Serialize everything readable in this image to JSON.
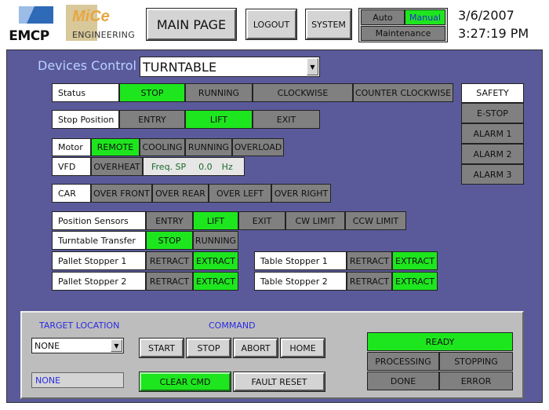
{
  "header": {
    "logo_emcp": "EMCP",
    "logo_mice_1": "MiCe",
    "logo_mice_2": "ENGINEERING",
    "main_page": "MAIN PAGE",
    "logout": "LOGOUT",
    "system": "SYSTEM",
    "mode_auto": "Auto",
    "mode_manual": "Manual",
    "mode_maintenance": "Maintenance",
    "date": "3/6/2007",
    "time": "3:27:19 PM"
  },
  "devices": {
    "label": "Devices Control",
    "selected": "TURNTABLE"
  },
  "status": {
    "label": "Status",
    "stop": "STOP",
    "running": "RUNNING",
    "clockwise": "CLOCKWISE",
    "counter_clockwise": "COUNTER CLOCKWISE"
  },
  "stop_position": {
    "label": "Stop Position",
    "entry": "ENTRY",
    "lift": "LIFT",
    "exit": "EXIT"
  },
  "motor": {
    "label": "Motor",
    "remote": "REMOTE",
    "cooling": "COOLING",
    "running": "RUNNING",
    "overload": "OVERLOAD"
  },
  "vfd": {
    "label": "VFD",
    "overheat": "OVERHEAT",
    "freq_label": "Freq. SP",
    "freq_value": "0.0",
    "freq_unit": "Hz"
  },
  "car": {
    "label": "CAR",
    "over_front": "OVER FRONT",
    "over_rear": "OVER REAR",
    "over_left": "OVER LEFT",
    "over_right": "OVER RIGHT"
  },
  "safety": {
    "label": "SAFETY",
    "estop": "E-STOP",
    "alarm1": "ALARM 1",
    "alarm2": "ALARM 2",
    "alarm3": "ALARM 3"
  },
  "position_sensors": {
    "label": "Position Sensors",
    "entry": "ENTRY",
    "lift": "LIFT",
    "exit": "EXIT",
    "cw_limit": "CW LIMIT",
    "ccw_limit": "CCW LIMIT"
  },
  "turntable_transfer": {
    "label": "Turntable Transfer",
    "stop": "STOP",
    "running": "RUNNING"
  },
  "stoppers": {
    "pallet1": "Pallet Stopper 1",
    "pallet2": "Pallet Stopper 2",
    "table1": "Table Stopper 1",
    "table2": "Table Stopper 2",
    "retract": "RETRACT",
    "extract": "EXTRACT"
  },
  "command": {
    "target_label": "TARGET LOCATION",
    "target_selected": "NONE",
    "target_display": "NONE",
    "command_label": "COMMAND",
    "start": "START",
    "stop": "STOP",
    "abort": "ABORT",
    "home": "HOME",
    "clear_cmd": "CLEAR CMD",
    "fault_reset": "FAULT RESET"
  },
  "state": {
    "ready": "READY",
    "processing": "PROCESSING",
    "stopping": "STOPPING",
    "done": "DONE",
    "error": "ERROR"
  },
  "colors": {
    "panel": "#5a5a9a",
    "active_green": "#1ee61e",
    "inactive_gray": "#808080",
    "label_blue": "#0000ff"
  }
}
